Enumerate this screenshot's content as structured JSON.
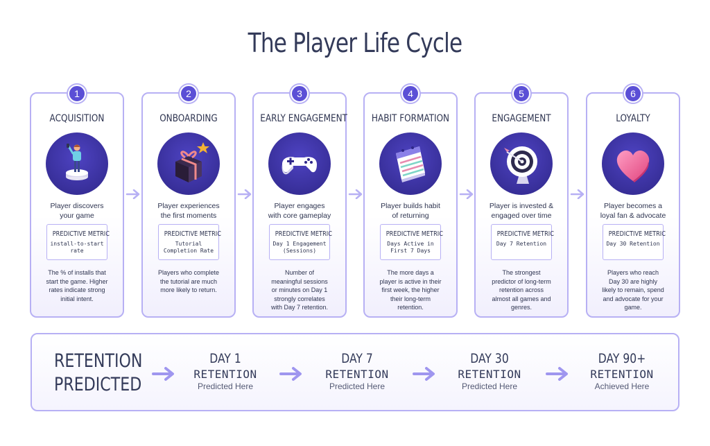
{
  "title": "The Player Life Cycle",
  "colors": {
    "accent": "#5b4fd6",
    "border": "#b7b0f4",
    "text": "#2e3450",
    "circle": "#3a30a8"
  },
  "stages": [
    {
      "number": "1",
      "name": "ACQUISITION",
      "icon": "player-figure-icon",
      "desc": [
        "Player discovers",
        "your game"
      ],
      "metric_label": "PREDICTIVE METRIC",
      "metric_value": [
        "install-to-start",
        "rate"
      ],
      "explain": [
        "The % of installs that",
        "start the game. Higher",
        "rates indicate strong",
        "initial intent."
      ]
    },
    {
      "number": "2",
      "name": "ONBOARDING",
      "icon": "gift-box-icon",
      "desc": [
        "Player experiences",
        "the first moments"
      ],
      "metric_label": "PREDICTIVE METRIC",
      "metric_value": [
        "Tutorial",
        "Completion Rate"
      ],
      "explain": [
        "Players who complete",
        "the tutorial are much",
        "more likely to return."
      ]
    },
    {
      "number": "3",
      "name": "EARLY ENGAGEMENT",
      "icon": "game-controller-icon",
      "desc": [
        "Player engages",
        "with core gameplay"
      ],
      "metric_label": "PREDICTIVE METRIC",
      "metric_value": [
        "Day 1 Engagement",
        "(Sessions)"
      ],
      "explain": [
        "Number of",
        "meaningful sessions",
        "or minutes on Day 1",
        "strongly correlates",
        "with Day 7 retention."
      ]
    },
    {
      "number": "4",
      "name": "HABIT FORMATION",
      "icon": "calendar-icon",
      "desc": [
        "Player builds habit",
        "of returning"
      ],
      "metric_label": "PREDICTIVE METRIC",
      "metric_value": [
        "Days Active in",
        "First 7 Days"
      ],
      "explain": [
        "The more days a",
        "player is active in their",
        "first week, the higher",
        "their long-term",
        "retention."
      ]
    },
    {
      "number": "5",
      "name": "ENGAGEMENT",
      "icon": "target-icon",
      "desc": [
        "Player is invested &",
        "engaged over time"
      ],
      "metric_label": "PREDICTIVE METRIC",
      "metric_value": [
        "Day 7 Retention"
      ],
      "explain": [
        "The strongest",
        "predictor of long-term",
        "retention across",
        "almost all games and",
        "genres."
      ]
    },
    {
      "number": "6",
      "name": "LOYALTY",
      "icon": "heart-icon",
      "desc": [
        "Player becomes a",
        "loyal fan & advocate"
      ],
      "metric_label": "PREDICTIVE METRIC",
      "metric_value": [
        "Day 30 Retention"
      ],
      "explain": [
        "Players who reach",
        "Day 30 are highly",
        "likely to remain, spend",
        "and advocate for your",
        "game."
      ]
    }
  ],
  "retention": {
    "title": [
      "RETENTION",
      "PREDICTED"
    ],
    "milestones": [
      {
        "day": "DAY 1",
        "label": "RETENTION",
        "sub": "Predicted Here"
      },
      {
        "day": "DAY 7",
        "label": "RETENTION",
        "sub": "Predicted Here"
      },
      {
        "day": "DAY 30",
        "label": "RETENTION",
        "sub": "Predicted Here"
      },
      {
        "day": "DAY 90+",
        "label": "RETENTION",
        "sub": "Achieved Here"
      }
    ]
  }
}
